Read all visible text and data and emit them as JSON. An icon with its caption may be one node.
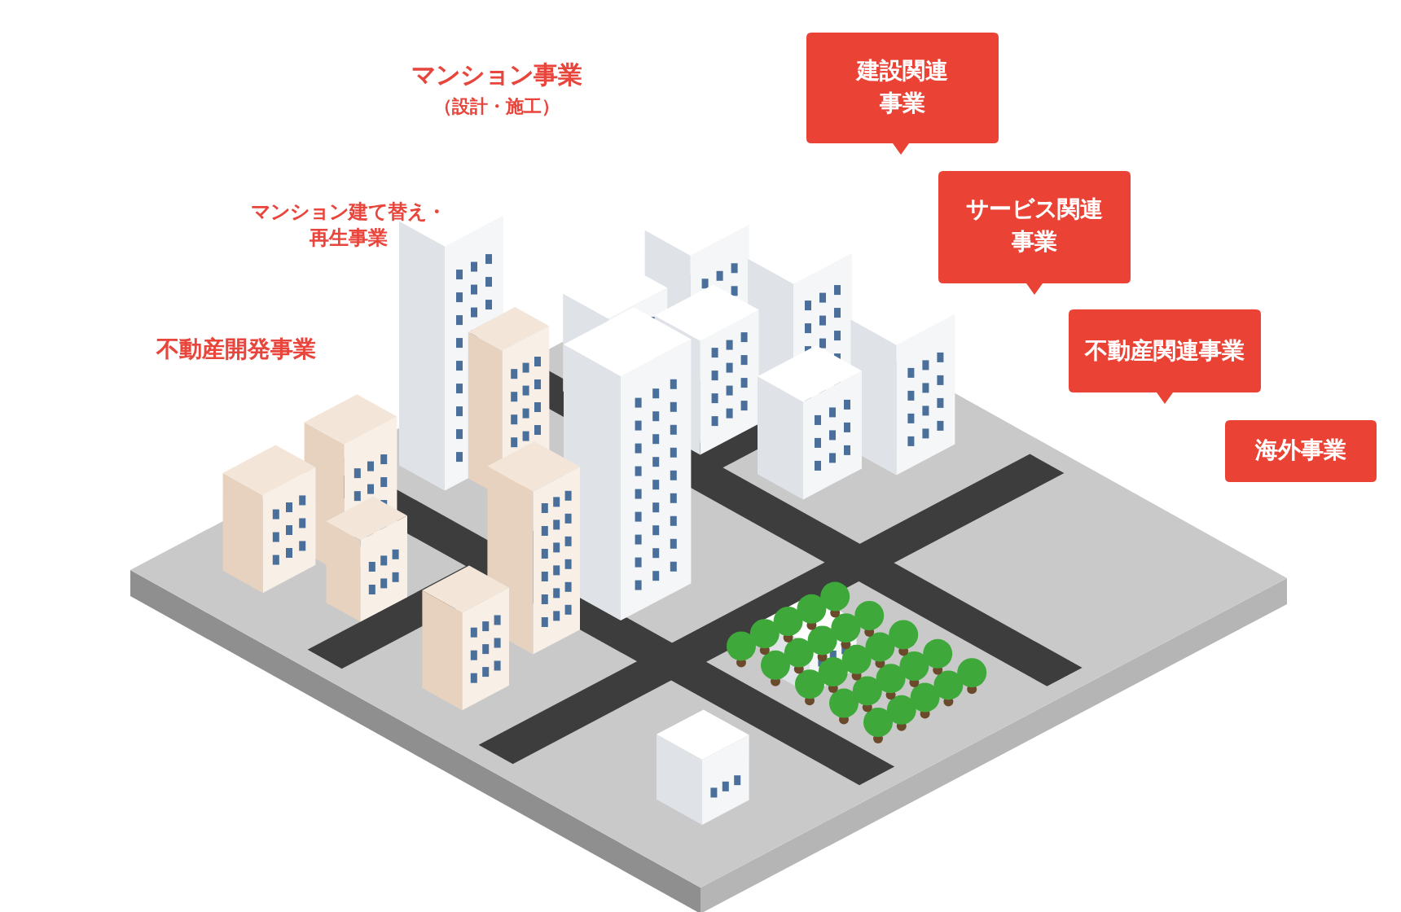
{
  "diagram": {
    "nodes": [
      {
        "text": [
          "建設関連事業"
        ]
      },
      {
        "text": [
          "サービス関連事業"
        ]
      },
      {
        "text": [
          "不動産関連事業"
        ]
      },
      {
        "text": [
          "海外事業"
        ]
      }
    ],
    "labels": [
      "マンション事業",
      "（設計・施工）",
      "マンション建て替え・再生事業",
      "不動産開発事業"
    ]
  }
}
